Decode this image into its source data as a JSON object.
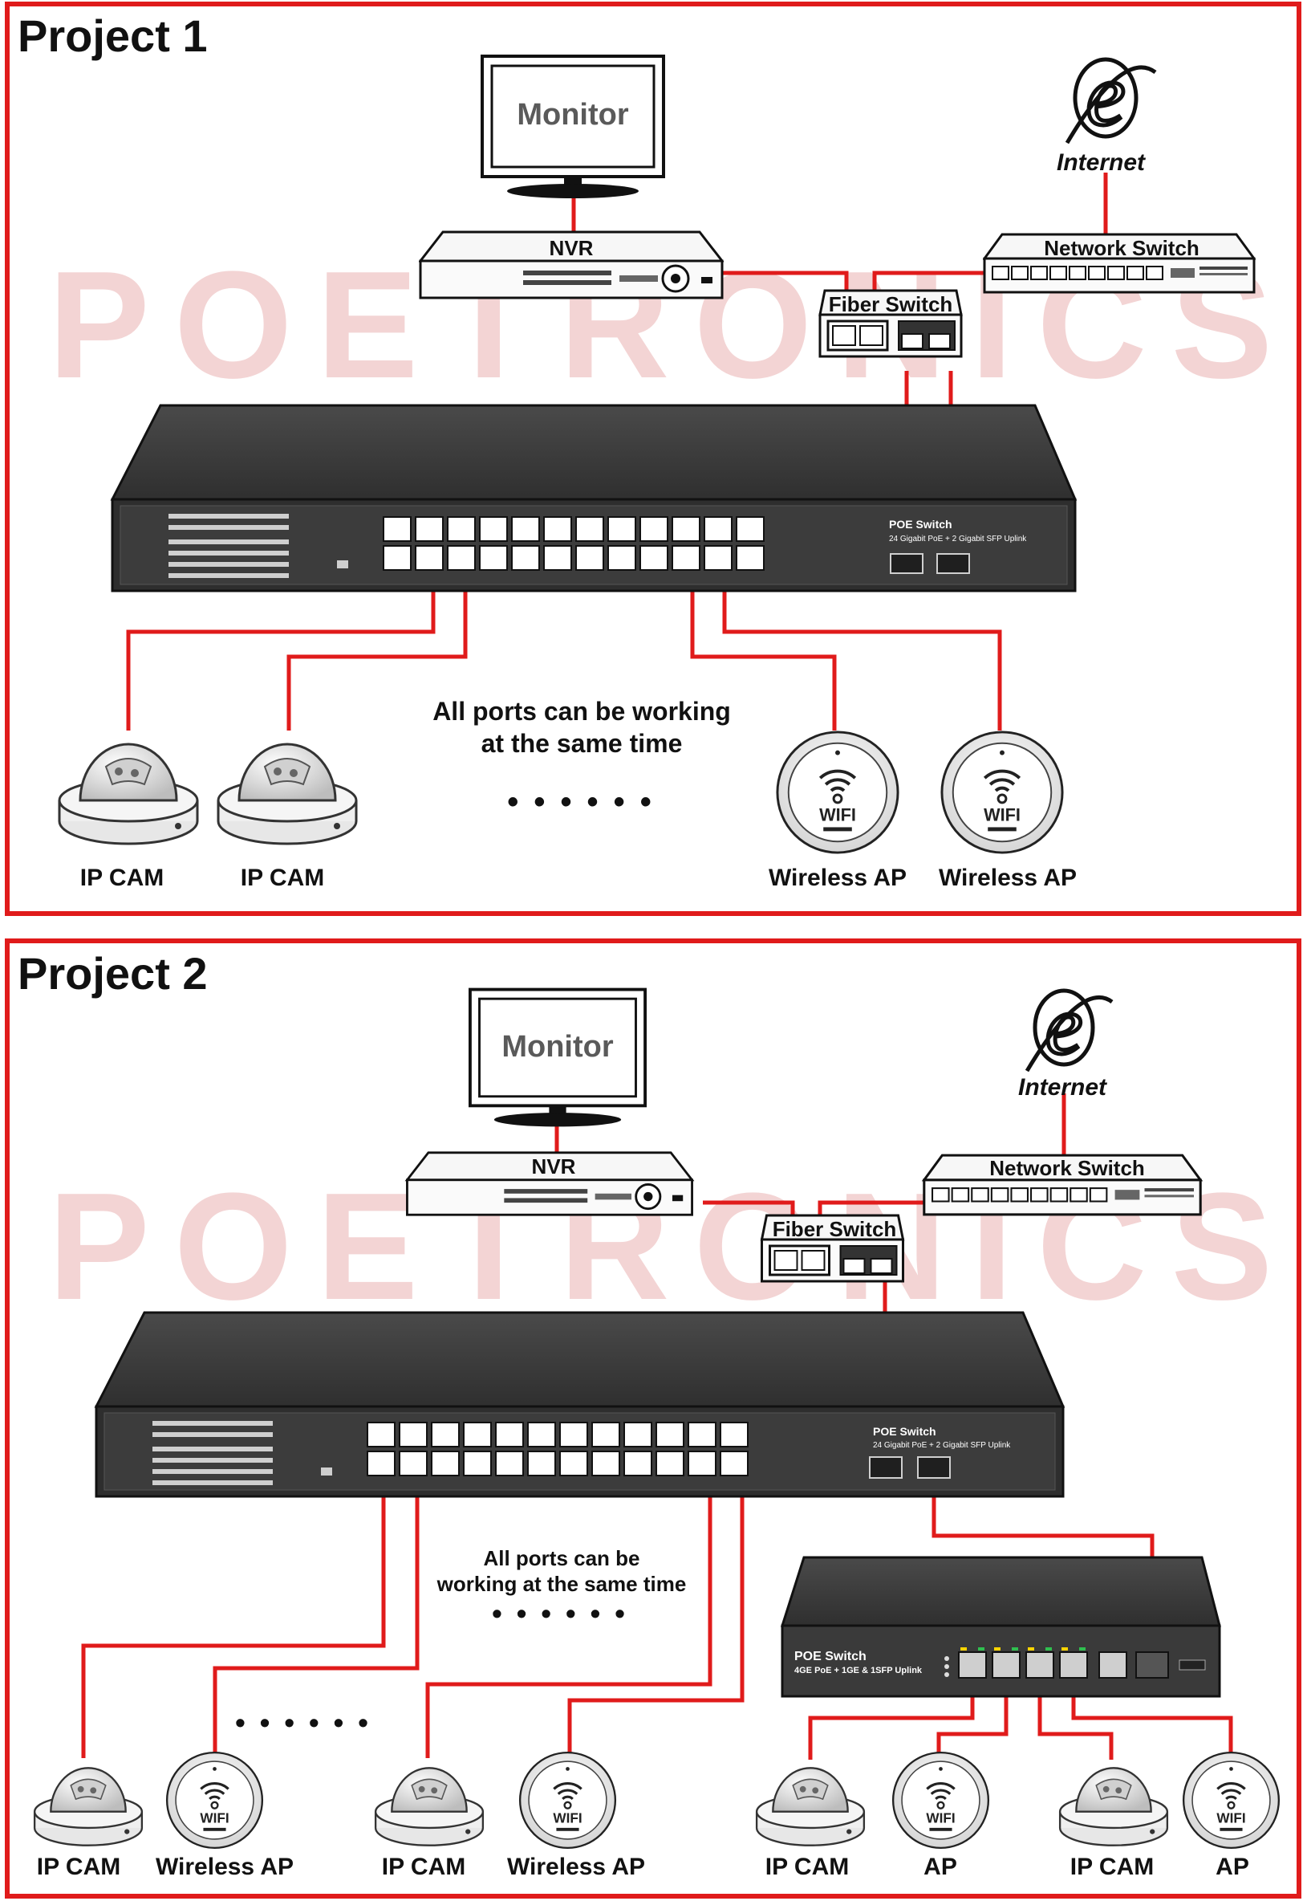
{
  "watermark": "POETRONICS",
  "project1": {
    "title": "Project 1",
    "monitor": "Monitor",
    "nvr": "NVR",
    "internet": "Internet",
    "network_switch": "Network Switch",
    "fiber_switch": "Fiber Switch",
    "poe_switch": "POE Switch",
    "poe_switch_spec": "24 Gigabit PoE + 2 Gigabit SFP Uplink",
    "note_line1": "All ports can be working",
    "note_line2": "at the same time",
    "dots": "• • • • • •",
    "devices": [
      "IP CAM",
      "IP CAM",
      "Wireless AP",
      "Wireless AP"
    ]
  },
  "project2": {
    "title": "Project 2",
    "monitor": "Monitor",
    "nvr": "NVR",
    "internet": "Internet",
    "network_switch": "Network Switch",
    "fiber_switch": "Fiber Switch",
    "poe_switch": "POE Switch",
    "poe_switch_spec": "24 Gigabit PoE + 2 Gigabit SFP Uplink",
    "small_poe_switch": "POE Switch",
    "small_poe_switch_spec": "4GE PoE + 1GE & 1SFP Uplink",
    "note_line1": "All ports can be",
    "note_line2": "working at the same time",
    "dots": "• • • • • •",
    "dots_left": "• • • • • •",
    "devices": [
      "IP CAM",
      "Wireless AP",
      "IP CAM",
      "Wireless AP",
      "IP CAM",
      "AP",
      "IP CAM",
      "AP"
    ]
  },
  "colors": {
    "frame": "#e01b1b",
    "wire": "#e01b1b",
    "switch_body": "#3a3a3a"
  },
  "icons": [
    "monitor-icon",
    "nvr-icon",
    "internet-explorer-icon",
    "network-switch-icon",
    "fiber-switch-icon",
    "poe-switch-icon",
    "dome-camera-icon",
    "wireless-ap-icon"
  ]
}
